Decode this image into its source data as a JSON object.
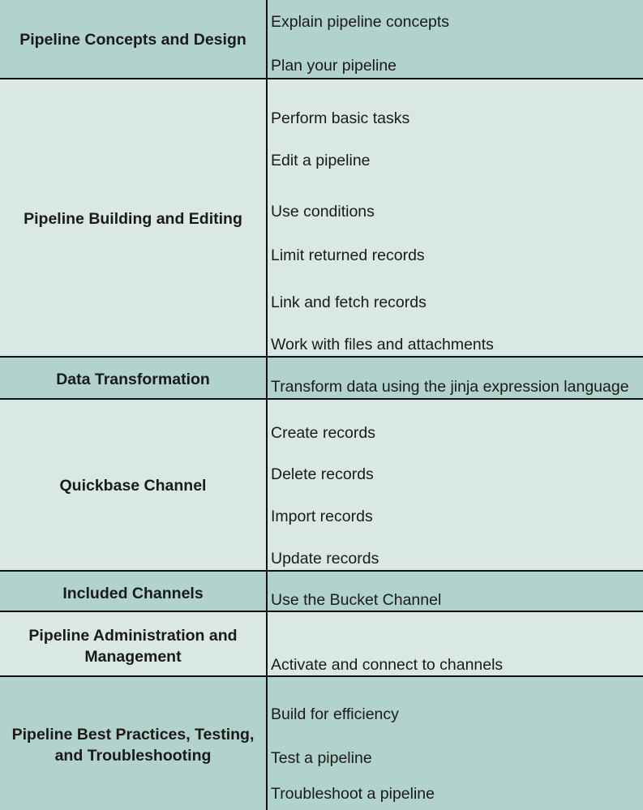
{
  "sections": [
    {
      "category": "Pipeline Concepts and Design",
      "items": [
        "Explain pipeline concepts",
        "Plan your pipeline"
      ]
    },
    {
      "category": "Pipeline Building and Editing",
      "items": [
        "Perform basic tasks",
        "Edit a pipeline",
        "Use conditions",
        "Limit returned records",
        "Link and fetch records",
        "Work with files and attachments"
      ]
    },
    {
      "category": "Data Transformation",
      "items": [
        "Transform data using the jinja expression language"
      ]
    },
    {
      "category": "Quickbase Channel",
      "items": [
        "Create records",
        "Delete records",
        "Import records",
        "Update records"
      ]
    },
    {
      "category": "Included Channels",
      "items": [
        "Use the Bucket Channel"
      ]
    },
    {
      "category": "Pipeline Administration and Management",
      "items": [
        "Activate and connect to channels"
      ]
    },
    {
      "category": "Pipeline Best Practices, Testing, and Troubleshooting",
      "items": [
        "Build for efficiency",
        "Test a pipeline",
        "Troubleshoot a pipeline"
      ]
    }
  ]
}
